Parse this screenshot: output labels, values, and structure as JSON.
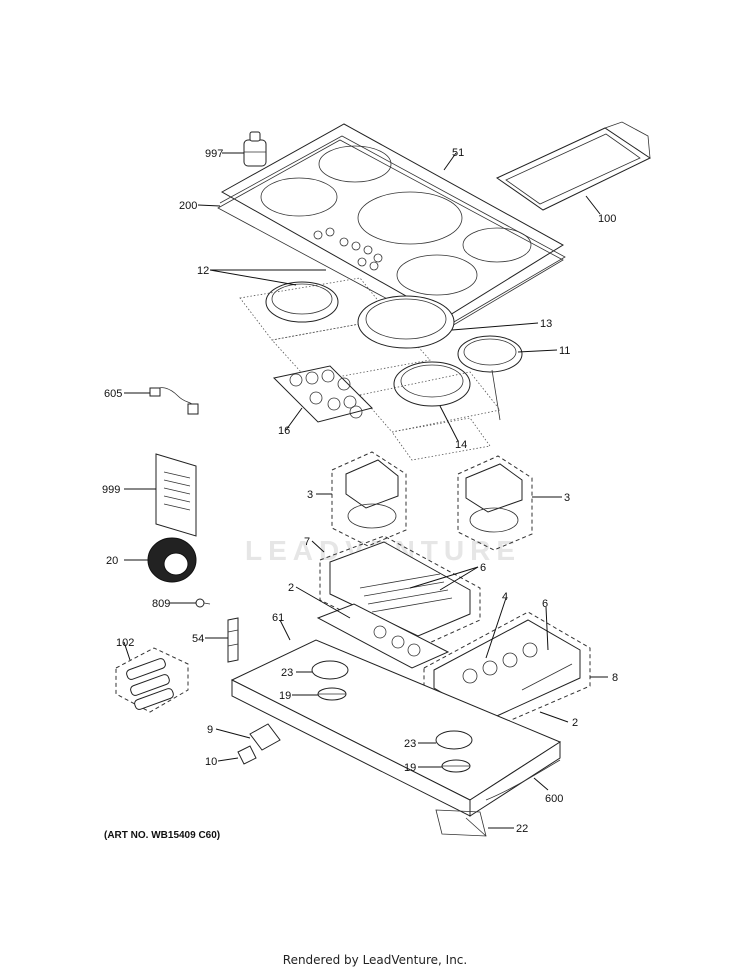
{
  "labels": {
    "l997": "997",
    "l51": "51",
    "l200": "200",
    "l100": "100",
    "l12": "12",
    "l13": "13",
    "l11": "11",
    "l605": "605",
    "l16": "16",
    "l14": "14",
    "l3a": "3",
    "l3b": "3",
    "l999": "999",
    "l7": "7",
    "l6a": "6",
    "l20": "20",
    "l2a": "2",
    "l4": "4",
    "l6b": "6",
    "l809": "809",
    "l54": "54",
    "l61": "61",
    "l102": "102",
    "l23a": "23",
    "l8": "8",
    "l19a": "19",
    "l2b": "2",
    "l9": "9",
    "l23b": "23",
    "l10": "10",
    "l19b": "19",
    "l600": "600",
    "l22": "22"
  },
  "art_note": "(ART NO. WB15409 C60)",
  "watermark": "LEADVENTURE",
  "footer": "Rendered by LeadVenture, Inc."
}
